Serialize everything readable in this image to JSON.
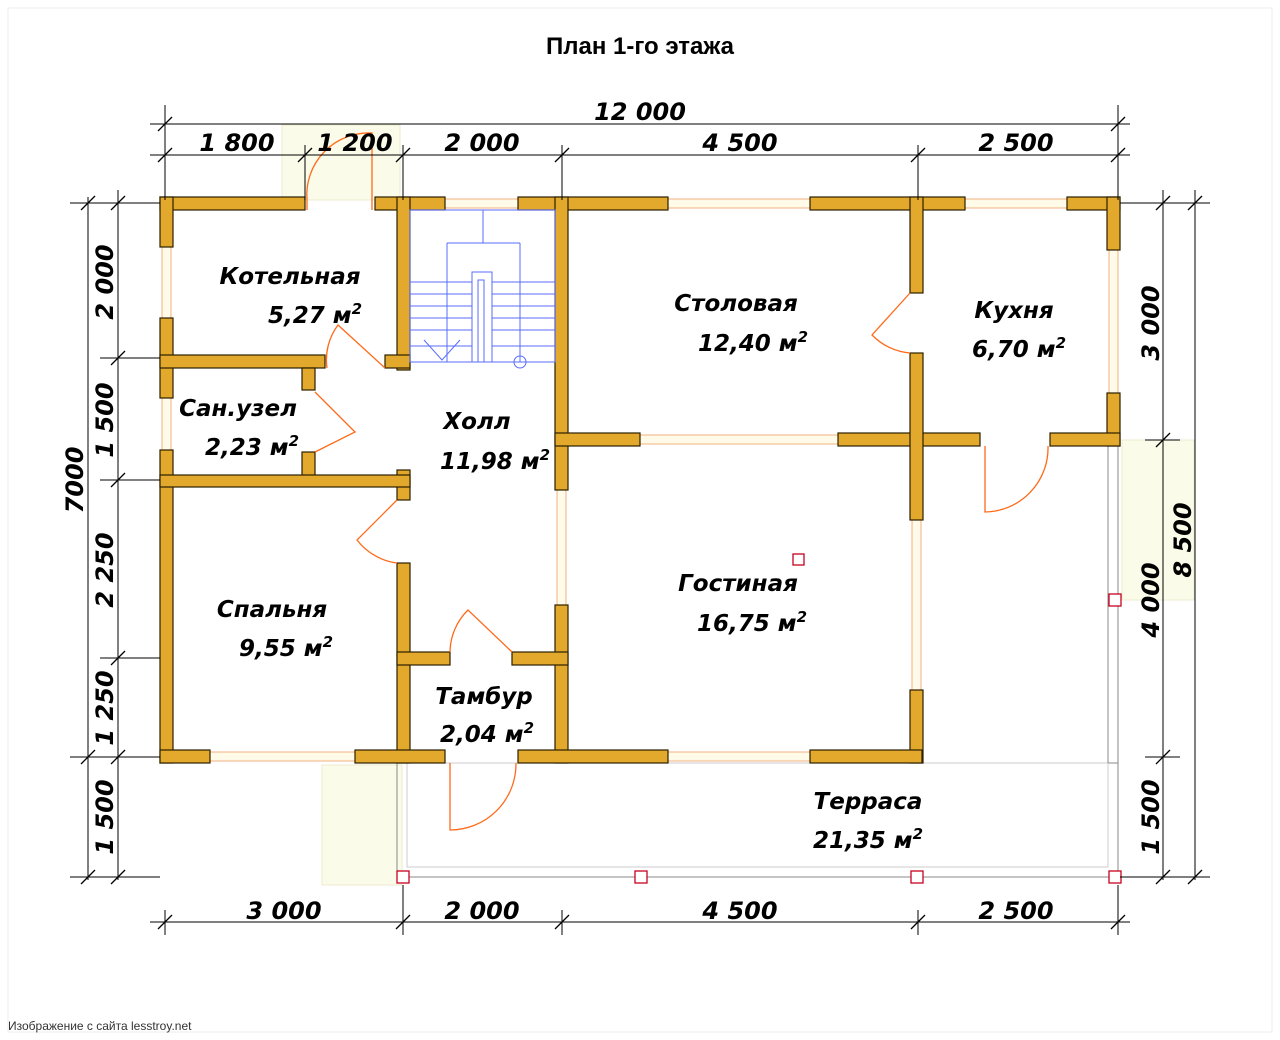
{
  "title": "План 1-го этажа",
  "dimensions": {
    "top_total": "12 000",
    "top": [
      "1 800",
      "1 200",
      "2 000",
      "4 500",
      "2 500"
    ],
    "bottom": [
      "3 000",
      "2 000",
      "4 500",
      "2 500"
    ],
    "left_total": "7000",
    "left": [
      "2 000",
      "1 500",
      "2 250",
      "1 250",
      "1 500"
    ],
    "right": [
      "3 000",
      "4 000",
      "1 500"
    ],
    "right_total": "8 500"
  },
  "rooms": [
    {
      "name": "Котельная",
      "area": "5,27 м"
    },
    {
      "name": "Сан.узел",
      "area": "2,23 м"
    },
    {
      "name": "Холл",
      "area": "11,98 м"
    },
    {
      "name": "Столовая",
      "area": "12,40 м"
    },
    {
      "name": "Кухня",
      "area": "6,70 м"
    },
    {
      "name": "Спальня",
      "area": "9,55 м"
    },
    {
      "name": "Гостиная",
      "area": "16,75 м"
    },
    {
      "name": "Тамбур",
      "area": "2,04 м"
    },
    {
      "name": "Терраса",
      "area": "21,35 м"
    }
  ],
  "area_sup": "2",
  "source_note": "Изображение с сайта lesstroy.net",
  "colors": {
    "wall": "#e3a92c",
    "door": "#ff6a1a",
    "stair": "#5a6cff",
    "post": "#c8001e"
  }
}
